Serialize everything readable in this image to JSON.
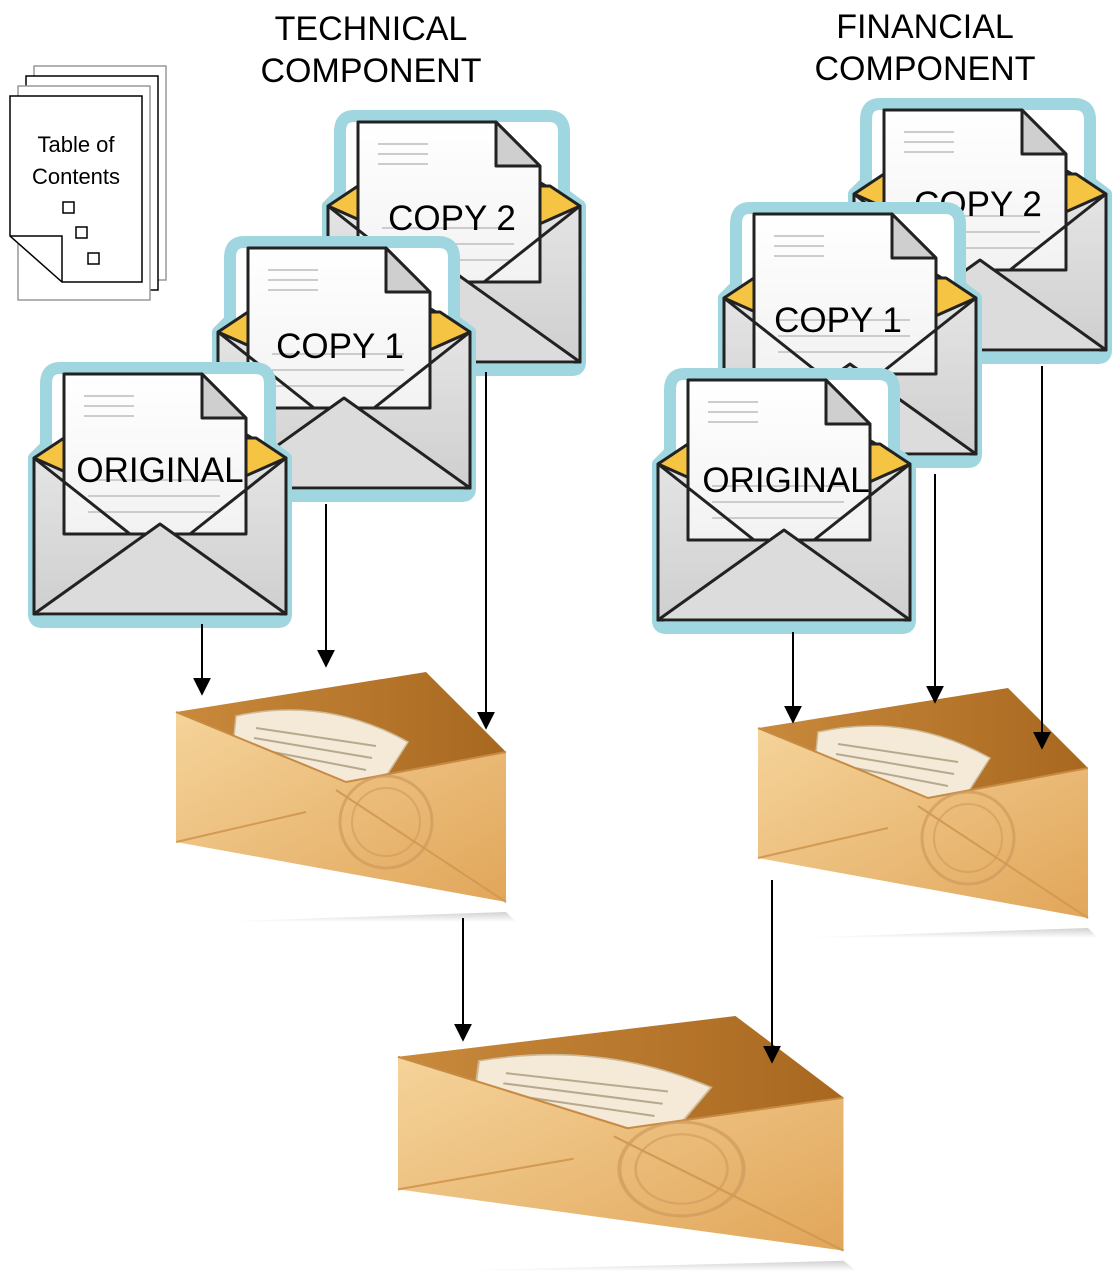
{
  "technical": {
    "heading_line1": "TECHNICAL",
    "heading_line2": "COMPONENT",
    "docs": [
      "ORIGINAL",
      "COPY  1",
      "COPY 2"
    ]
  },
  "financial": {
    "heading_line1": "FINANCIAL",
    "heading_line2": "COMPONENT",
    "docs": [
      "ORIGINAL",
      "COPY 1",
      "COPY 2"
    ]
  },
  "toc": {
    "line1": "Table of",
    "line2": "Contents"
  },
  "colors": {
    "frame": "#9fd6e0",
    "flap": "#f6c443",
    "sealed_envelope": "#e9b66c"
  }
}
